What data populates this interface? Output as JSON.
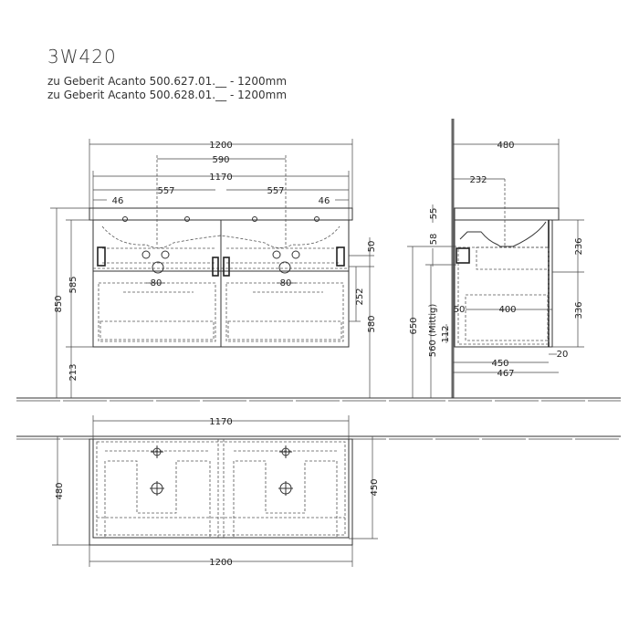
{
  "header": {
    "model": "3W420",
    "line1": "zu Geberit Acanto 500.627.01.__ - 1200mm",
    "line2": "zu Geberit Acanto 500.628.01.__ - 1200mm"
  },
  "front_view": {
    "dims": {
      "overall_width": "1200",
      "basin_spacing": "590",
      "cabinet_width": "1170",
      "left_half": "557",
      "right_half": "557",
      "left_edge": "46",
      "right_edge": "46",
      "total_height": "850",
      "cabinet_top_height": "585",
      "floor_clearance": "213",
      "drawer_top": "50",
      "drawer_height": "252",
      "drain_height": "580",
      "siphon_left": "80",
      "siphon_right": "80"
    }
  },
  "side_view": {
    "dims": {
      "depth_top": "480",
      "tap_offset": "232",
      "top_thickness": "55",
      "upper_gap": "58",
      "mount_height": "650",
      "center_height": "560 (Mittig)",
      "upper_drawer": "236",
      "lower_drawer": "336",
      "inner_depth": "400",
      "back_offset": "50",
      "bottom_offset": "112",
      "cabinet_depth": "450",
      "overall_depth": "467",
      "front_thickness": "20"
    }
  },
  "plan_view": {
    "dims": {
      "cabinet_width": "1170",
      "overall_width": "1200",
      "depth": "480",
      "inner_depth": "450"
    }
  }
}
